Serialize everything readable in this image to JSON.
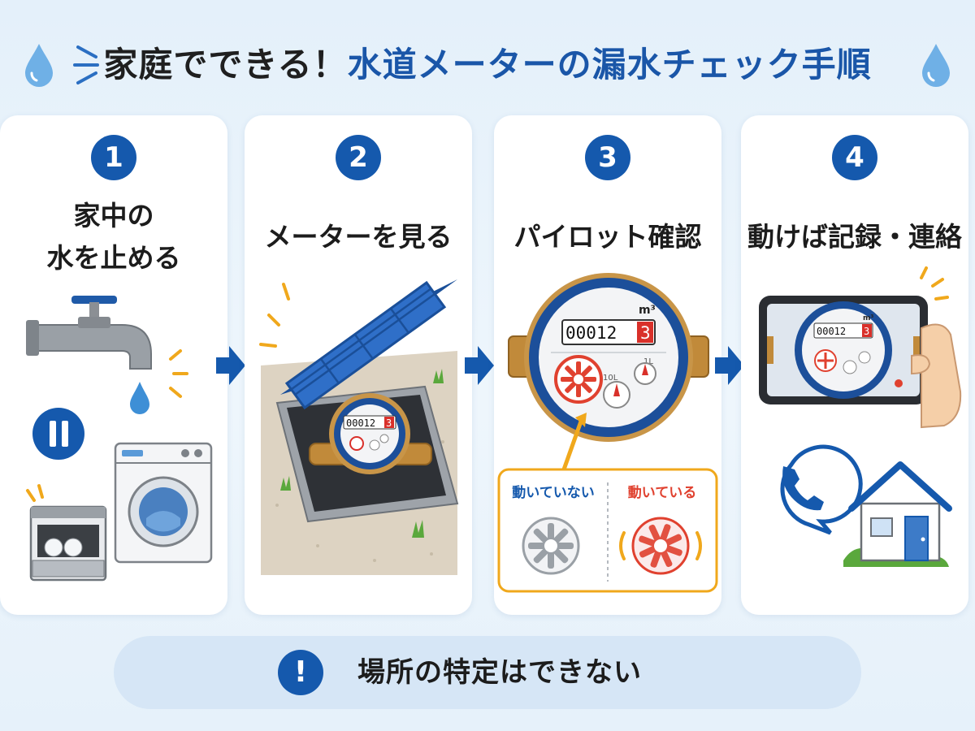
{
  "title": {
    "part1": "家庭でできる！",
    "part2": "水道メーターの漏水チェック手順"
  },
  "colors": {
    "accent": "#1559ad",
    "title_blue": "#1a56a8",
    "highlight": "#f0a81c",
    "red": "#e0412f"
  },
  "steps": [
    {
      "number": "1",
      "title_line1": "家中の",
      "title_line2": "水を止める",
      "icons": [
        "faucet-icon",
        "pause-icon",
        "dishwasher-icon",
        "washing-machine-icon"
      ]
    },
    {
      "number": "2",
      "title": "メーターを見る",
      "icons": [
        "meter-box-icon",
        "water-meter-icon"
      ]
    },
    {
      "number": "3",
      "title": "パイロット確認",
      "icons": [
        "water-meter-icon",
        "pilot-indicator-icon"
      ]
    },
    {
      "number": "4",
      "title": "動けば記録・連絡",
      "icons": [
        "smartphone-icon",
        "phone-call-icon",
        "house-icon"
      ]
    }
  ],
  "meter": {
    "reading_black": "00012",
    "reading_red": "3",
    "unit": "m³",
    "dial_label_1": "10L",
    "dial_label_2": "1L"
  },
  "pilot_status": {
    "not_moving": "動いていない",
    "moving": "動いている"
  },
  "footer": {
    "icon": "!",
    "text": "場所の特定はできない"
  }
}
